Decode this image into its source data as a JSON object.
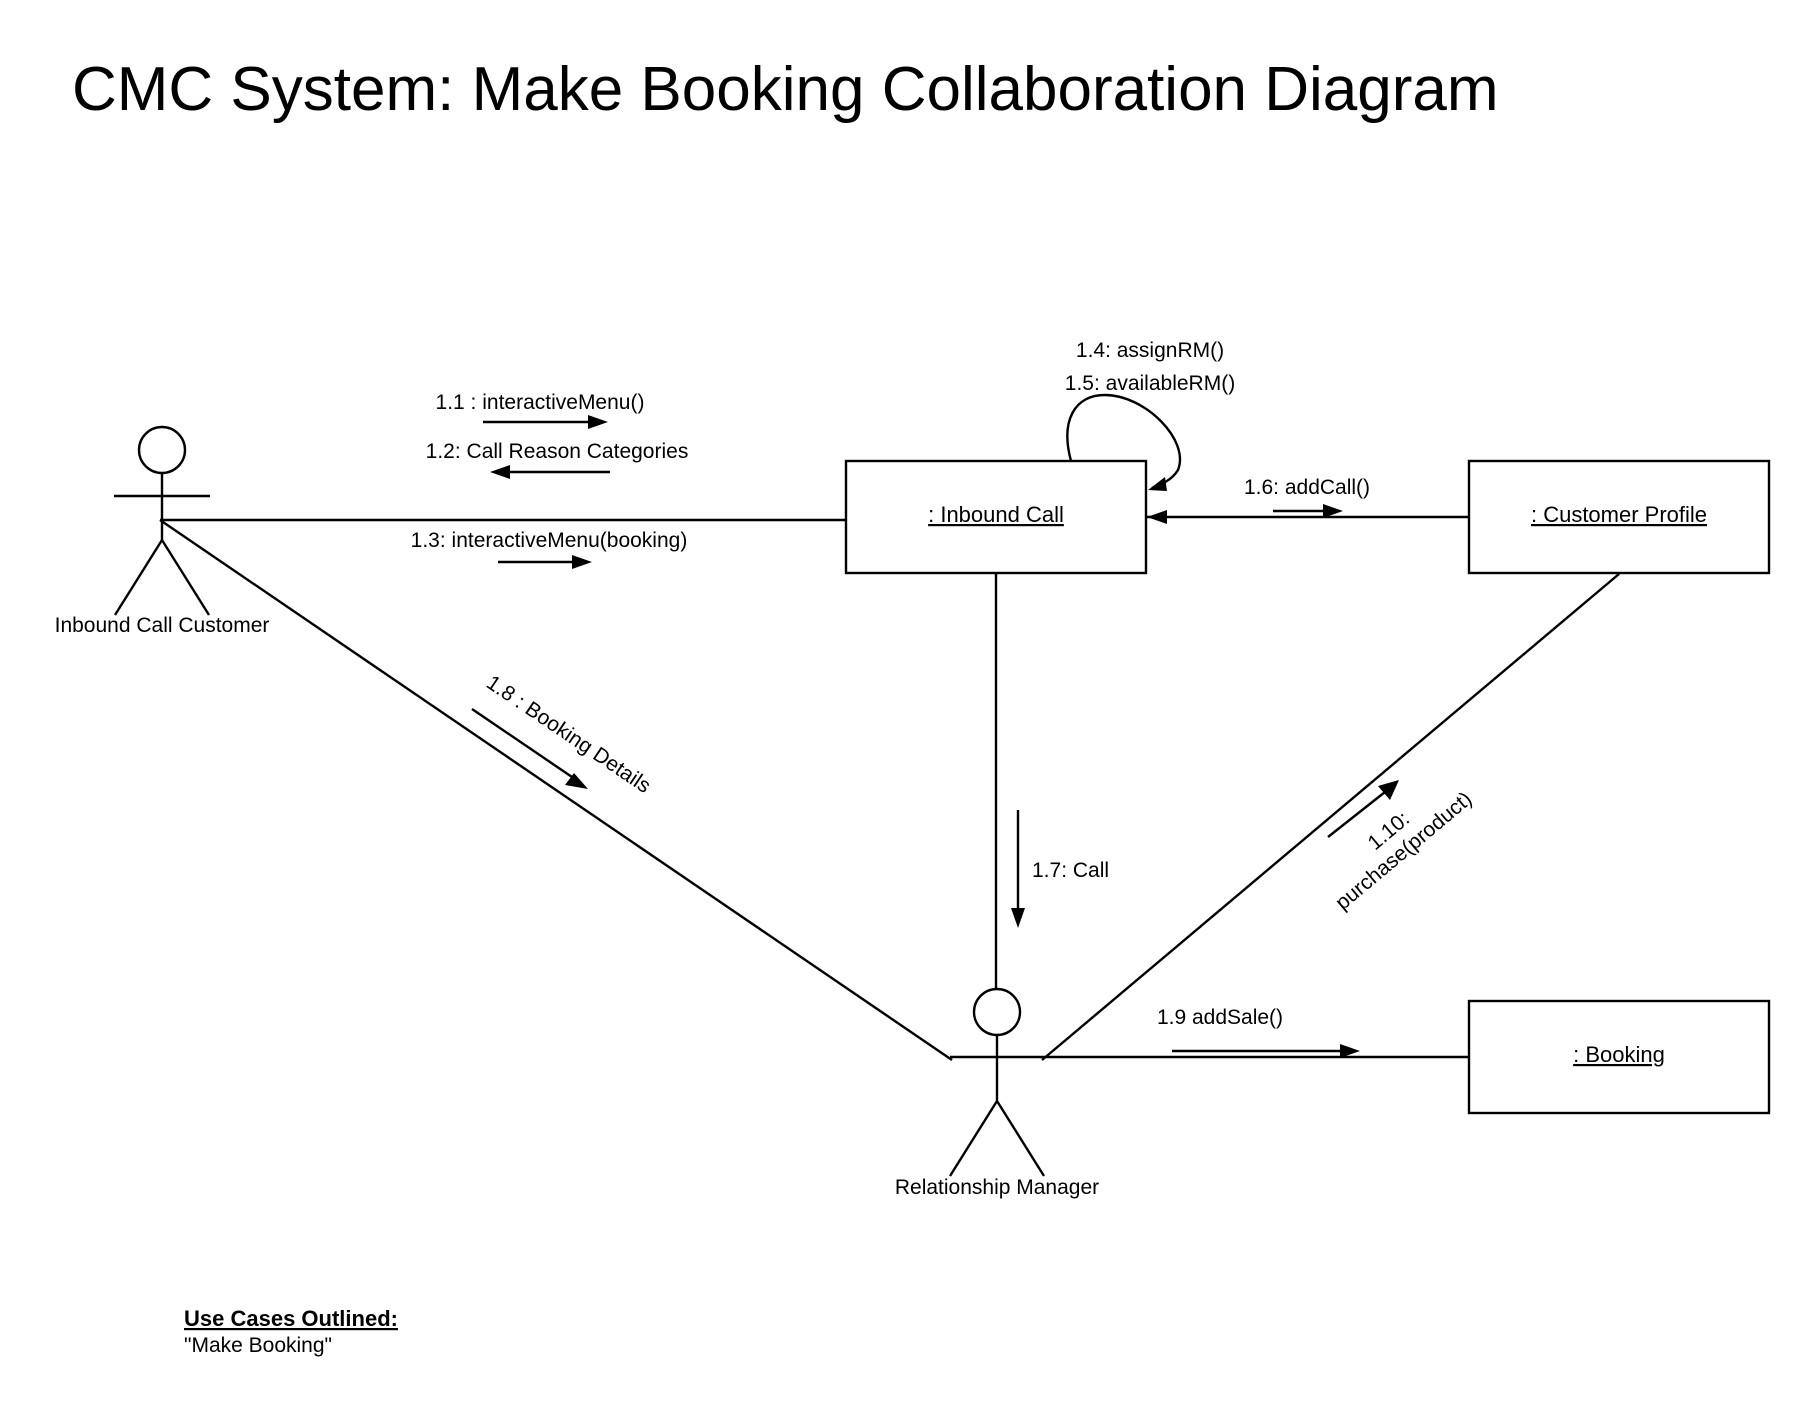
{
  "title": "CMC System: Make Booking Collaboration Diagram",
  "actors": {
    "customer": "Inbound Call Customer",
    "manager": "Relationship Manager"
  },
  "objects": {
    "inbound_call": ": Inbound Call",
    "customer_profile": ": Customer Profile",
    "booking": ": Booking"
  },
  "messages": {
    "m1_1": "1.1 : interactiveMenu()",
    "m1_2": "1.2: Call Reason Categories",
    "m1_3": "1.3: interactiveMenu(booking)",
    "m1_4": "1.4: assignRM()",
    "m1_5": "1.5: availableRM()",
    "m1_6": "1.6: addCall()",
    "m1_7": "1.7: Call",
    "m1_8": "1.8 : Booking Details",
    "m1_9": "1.9 addSale()",
    "m1_10_a": "1.10:",
    "m1_10_b": "purchase(product)"
  },
  "note": {
    "heading": "Use Cases Outlined:",
    "text": "\"Make Booking\""
  }
}
